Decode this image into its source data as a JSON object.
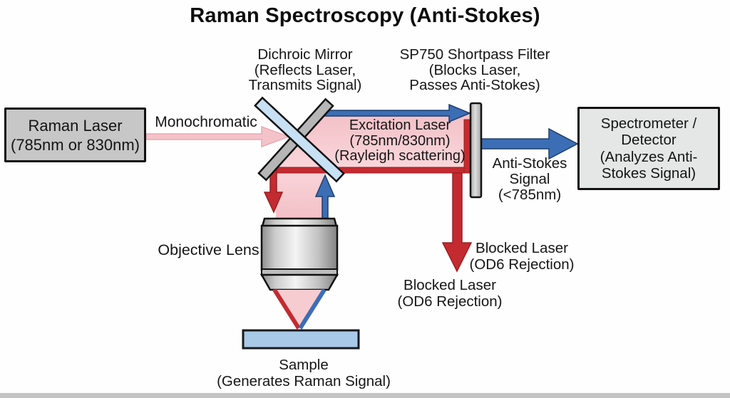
{
  "title": "Raman Spectroscopy (Anti-Stokes)",
  "laser_box": {
    "lines": [
      "Raman Laser",
      "(785nm or 830nm)"
    ]
  },
  "detector_box": {
    "lines": [
      "Spectrometer /",
      "Detector",
      "(Analyzes Anti-",
      "Stokes Signal)"
    ]
  },
  "beam_labels": {
    "monochromatic": "Monochromatic",
    "excitation": [
      "Excitation Laser",
      "(785nm/830nm)",
      "(Rayleigh scattering)"
    ],
    "anti_stokes": [
      "Anti-Stokes",
      "Signal",
      "(<785nm)"
    ],
    "blocked_laser_right": [
      "Blocked Laser",
      "(OD6 Rejection)"
    ],
    "blocked_laser_left": [
      "Blocked Laser",
      "(OD6 Rejection)"
    ]
  },
  "component_labels": {
    "dichroic_mirror": [
      "Dichroic Mirror",
      "(Reflects Laser,",
      "Transmits Signal)"
    ],
    "shortpass_filter": [
      "SP750 Shortpass Filter",
      "(Blocks Laser,",
      "Passes Anti-Stokes)"
    ],
    "objective_lens": "Objective Lens",
    "sample": [
      "Sample",
      "(Generates Raman Signal)"
    ]
  },
  "colors": {
    "laser_red": "#c32b30",
    "signal_blue": "#3c6eb5",
    "beam_pink": "#f7ccd1",
    "monochromatic_pink": "#f4c3ca",
    "mirror_blue": "#c7e0f3",
    "mirror_gray": "#b6b6b6",
    "laser_box_gray": "#c7c7c7",
    "detector_box_gray": "#e5e7e6",
    "sample_blue": "#a9c9e8"
  }
}
